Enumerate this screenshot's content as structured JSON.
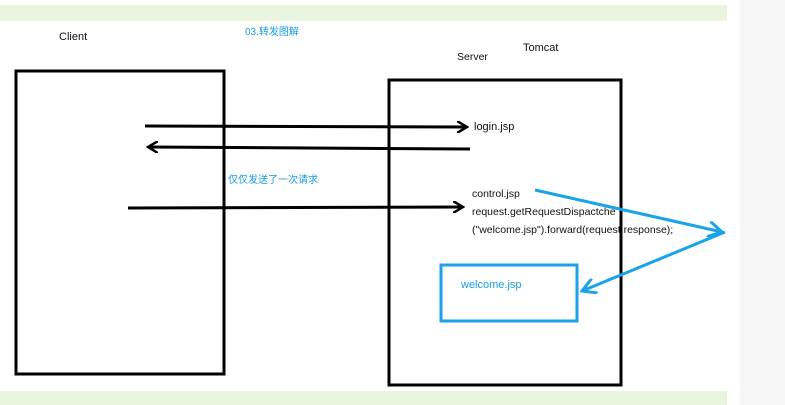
{
  "labels": {
    "client": "Client",
    "title": "03.转发图解",
    "server": "Server",
    "tomcat": "Tomcat",
    "login": "login.jsp",
    "note": "仅仅发送了一次请求",
    "control": "control.jsp",
    "forward_line1": "request.getRequestDispactche",
    "forward_line2": "(\"welcome.jsp\").forward(request,response);",
    "welcome": "welcome.jsp"
  },
  "colors": {
    "stroke_black": "#000000",
    "stroke_blue": "#1aa3e8",
    "band": "#eaf5e0"
  }
}
